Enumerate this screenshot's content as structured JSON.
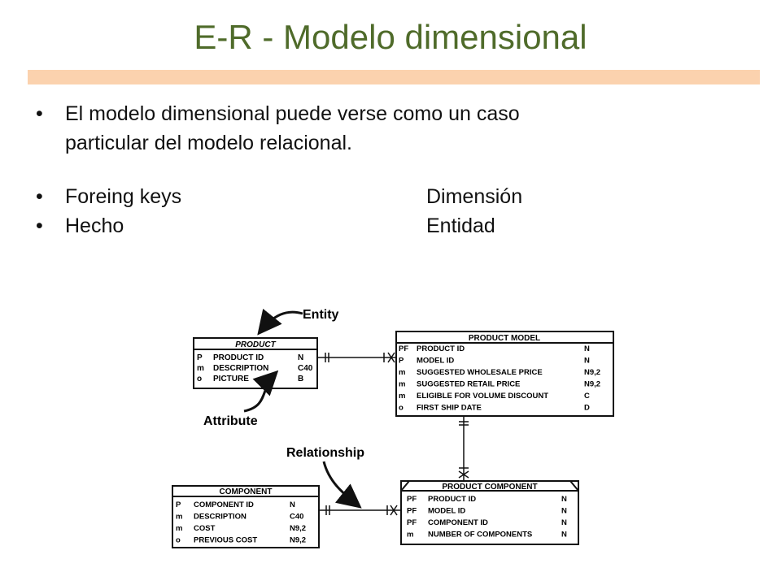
{
  "title": "E-R - Modelo dimensional",
  "bullets": {
    "intro_line1": "El modelo dimensional puede verse como un caso",
    "intro_line2": "particular del modelo relacional.",
    "row1_left": "Foreing keys",
    "row1_right": "Dimensión",
    "row2_left": "Hecho",
    "row2_right": "Entidad",
    "bullet_char": "•"
  },
  "diagram": {
    "callouts": {
      "entity": "Entity",
      "attribute": "Attribute",
      "relationship": "Relationship"
    },
    "product": {
      "name": "PRODUCT",
      "rows": [
        {
          "k": "P",
          "name": "PRODUCT ID",
          "type": "N"
        },
        {
          "k": "m",
          "name": "DESCRIPTION",
          "type": "C40"
        },
        {
          "k": "o",
          "name": "PICTURE",
          "type": "B"
        }
      ]
    },
    "product_model": {
      "name": "PRODUCT MODEL",
      "rows": [
        {
          "k": "PF",
          "name": "PRODUCT ID",
          "type": "N"
        },
        {
          "k": "P",
          "name": "MODEL ID",
          "type": "N"
        },
        {
          "k": "m",
          "name": "SUGGESTED WHOLESALE PRICE",
          "type": "N9,2"
        },
        {
          "k": "m",
          "name": "SUGGESTED RETAIL PRICE",
          "type": "N9,2"
        },
        {
          "k": "m",
          "name": "ELIGIBLE FOR VOLUME DISCOUNT",
          "type": "C"
        },
        {
          "k": "o",
          "name": "FIRST SHIP DATE",
          "type": "D"
        }
      ]
    },
    "component": {
      "name": "COMPONENT",
      "rows": [
        {
          "k": "P",
          "name": "COMPONENT ID",
          "type": "N"
        },
        {
          "k": "m",
          "name": "DESCRIPTION",
          "type": "C40"
        },
        {
          "k": "m",
          "name": "COST",
          "type": "N9,2"
        },
        {
          "k": "o",
          "name": "PREVIOUS COST",
          "type": "N9,2"
        }
      ]
    },
    "product_component": {
      "name": "PRODUCT COMPONENT",
      "rows": [
        {
          "k": "PF",
          "name": "PRODUCT ID",
          "type": "N"
        },
        {
          "k": "PF",
          "name": "MODEL ID",
          "type": "N"
        },
        {
          "k": "PF",
          "name": "COMPONENT ID",
          "type": "N"
        },
        {
          "k": "m",
          "name": "NUMBER OF COMPONENTS",
          "type": "N"
        }
      ]
    }
  }
}
